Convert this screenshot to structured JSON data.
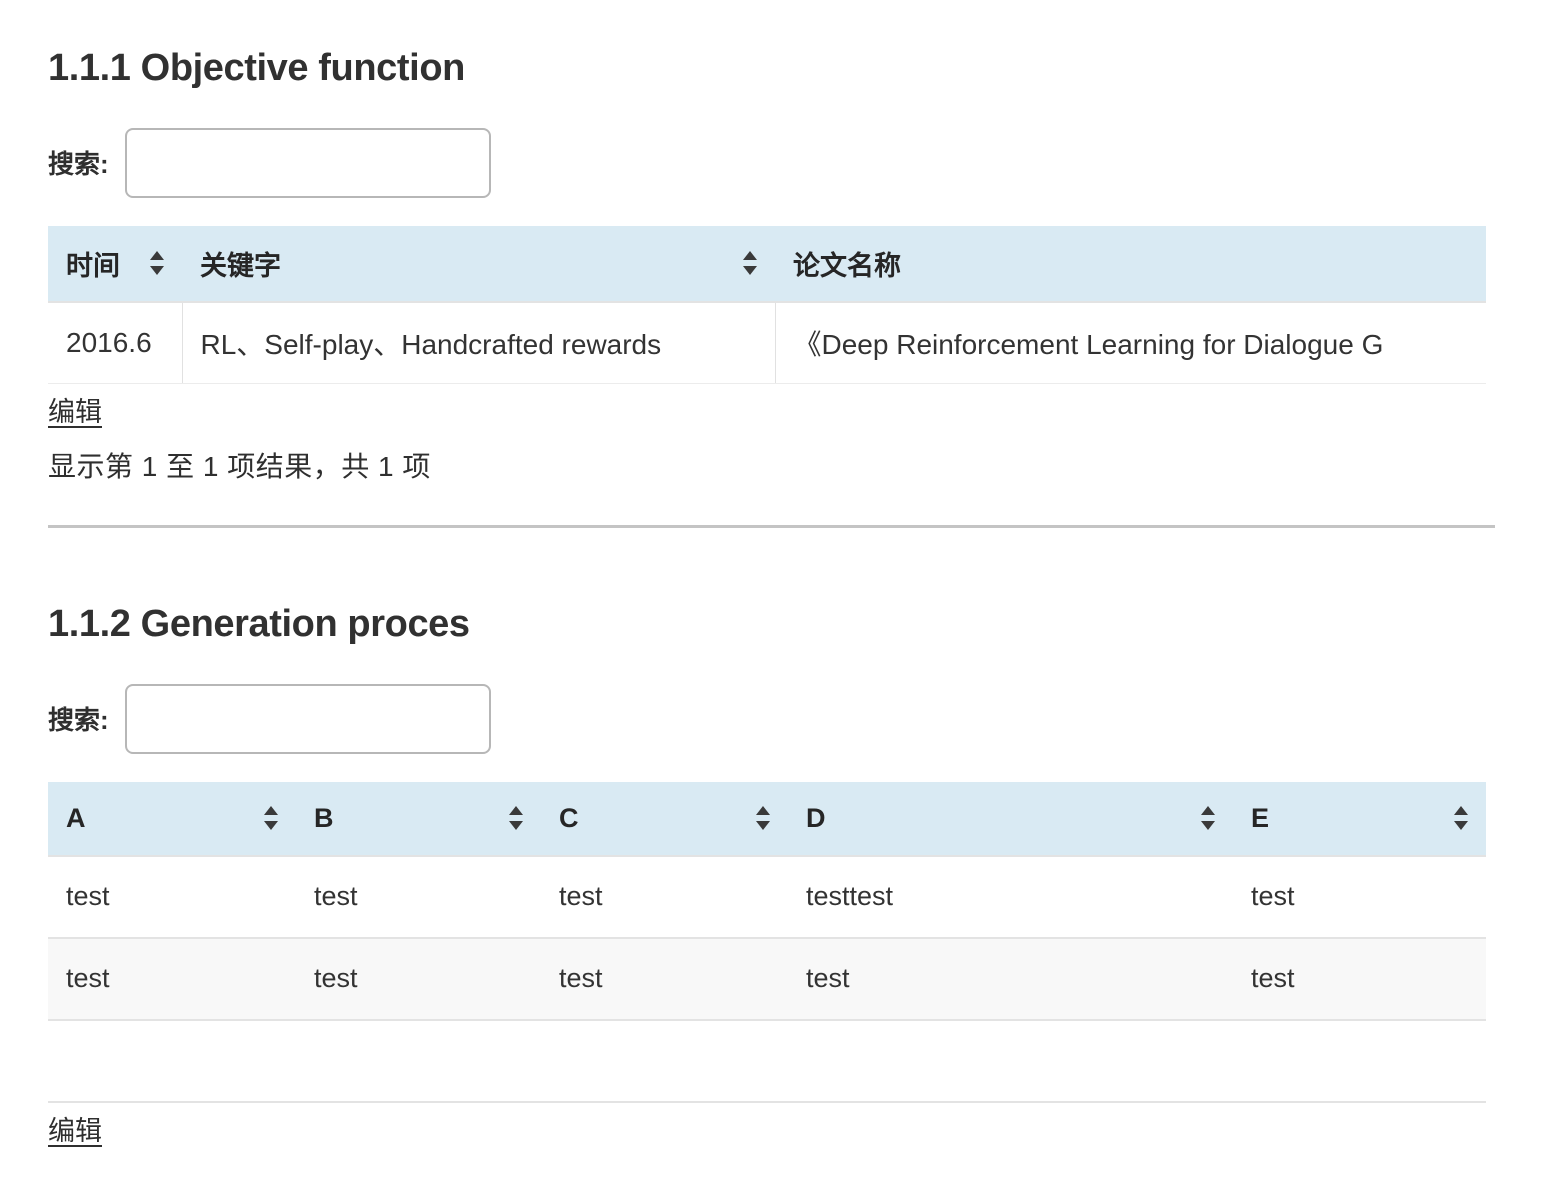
{
  "theme": {
    "header_bg": "#d9eaf3",
    "stripe_bg": "#f8f8f8",
    "text": "#2f2f2f",
    "border": "#e3e3e3",
    "input_border": "#b7b7b7"
  },
  "sections": [
    {
      "id": "1.1.1",
      "heading": "1.1.1 Objective function",
      "search": {
        "label": "搜索:",
        "value": "",
        "placeholder": ""
      },
      "table": {
        "columns": [
          {
            "label": "时间",
            "sortable": true,
            "sort_icon": "sort-updown-icon"
          },
          {
            "label": "关键字",
            "sortable": true,
            "sort_icon": "sort-updown-icon"
          },
          {
            "label": "论文名称",
            "sortable": false,
            "sort_icon": ""
          }
        ],
        "rows": [
          [
            "2016.6",
            "RL、Self-play、Handcrafted rewards",
            "《Deep Reinforcement Learning for Dialogue G"
          ]
        ]
      },
      "edit_label": "编辑",
      "info": "显示第 1 至 1 项结果，共 1 项"
    },
    {
      "id": "1.1.2",
      "heading": "1.1.2 Generation proces",
      "search": {
        "label": "搜索:",
        "value": "",
        "placeholder": ""
      },
      "table": {
        "columns": [
          {
            "label": "A",
            "sortable": true,
            "sort_icon": "sort-updown-icon"
          },
          {
            "label": "B",
            "sortable": true,
            "sort_icon": "sort-updown-icon"
          },
          {
            "label": "C",
            "sortable": true,
            "sort_icon": "sort-updown-icon"
          },
          {
            "label": "D",
            "sortable": true,
            "sort_icon": "sort-updown-icon"
          },
          {
            "label": "E",
            "sortable": true,
            "sort_icon": "sort-updown-icon"
          }
        ],
        "rows": [
          [
            "test",
            "test",
            "test",
            "testtest",
            "test"
          ],
          [
            "test",
            "test",
            "test",
            "test",
            "test"
          ],
          [
            "",
            "",
            "",
            "",
            ""
          ]
        ]
      },
      "edit_label": "编辑"
    }
  ]
}
